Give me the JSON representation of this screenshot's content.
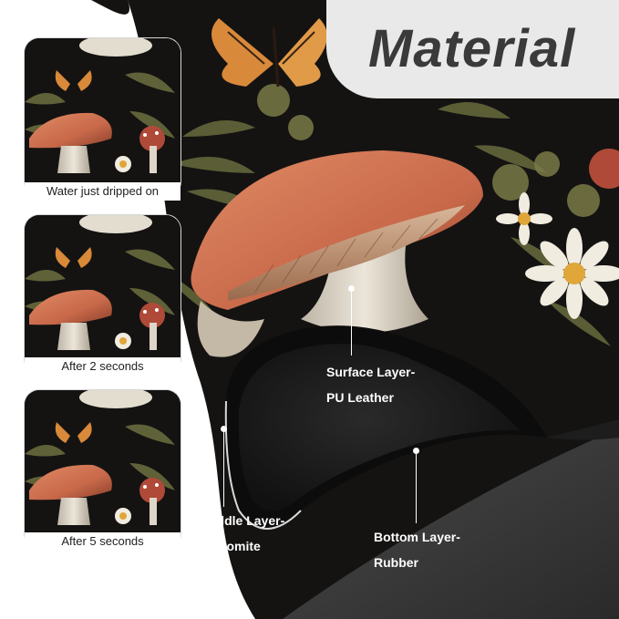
{
  "title": "Material",
  "thumbnails": [
    {
      "caption": "Water just dripped on"
    },
    {
      "caption": "After 2 seconds"
    },
    {
      "caption": "After 5 seconds"
    }
  ],
  "layers": [
    {
      "line1": "Surface Layer-",
      "line2": "PU Leather"
    },
    {
      "line1": "Middle Layer-",
      "line2": "Diatomite"
    },
    {
      "line1": "Bottom Layer-",
      "line2": "Rubber"
    }
  ],
  "colors": {
    "background": "#ffffff",
    "mat_base": "#141312",
    "title_pill": "#e9e9e9",
    "title_text": "#3a3a3a",
    "label_text": "#ffffff",
    "mushroom_cap": "#c8694a",
    "mushroom_stem": "#ded6c8",
    "fern": "#6b6a3c",
    "butterfly": "#d9893a",
    "daisy": "#f1ece0",
    "daisy_center": "#e0a63a",
    "rubber_floor": "#3c3c3c"
  }
}
